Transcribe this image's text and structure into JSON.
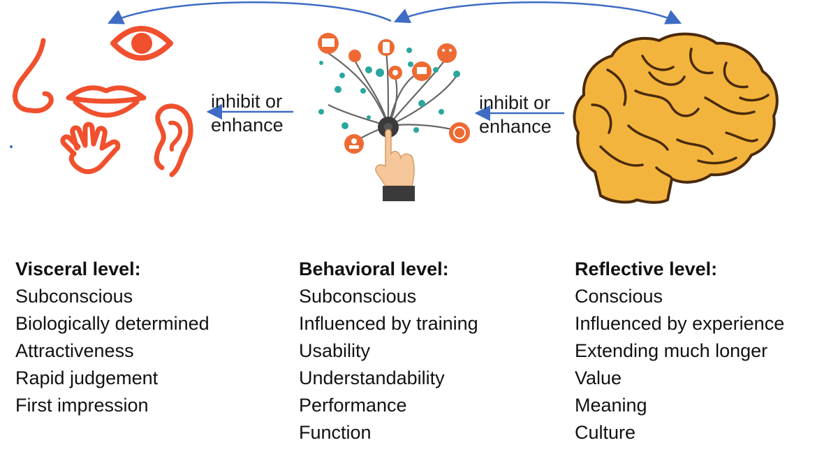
{
  "arrows": {
    "left_label": [
      "inhibit or",
      "enhance"
    ],
    "right_label": [
      "inhibit or",
      "enhance"
    ]
  },
  "icons": {
    "senses": [
      "nose-icon",
      "eye-icon",
      "mouth-icon",
      "ear-icon",
      "hand-icon"
    ],
    "behavior": "network-touch-icon",
    "reflection": "brain-icon"
  },
  "colors": {
    "senses": "#f0502d",
    "brain_fill": "#f2b43c",
    "brain_stroke": "#4a2a0a",
    "arrow": "#3e6cc4",
    "network_teal": "#2aa6a0",
    "network_orange": "#ee6a32",
    "network_dark": "#3a3a3a"
  },
  "levels": [
    {
      "title": "Visceral level:",
      "items": [
        "Subconscious",
        "Biologically determined",
        "Attractiveness",
        "Rapid judgement",
        "First impression"
      ]
    },
    {
      "title": "Behavioral level:",
      "items": [
        "Subconscious",
        "Influenced by training",
        "Usability",
        "Understandability",
        "Performance",
        "Function"
      ]
    },
    {
      "title": "Reflective level:",
      "items": [
        "Conscious",
        "Influenced by experience",
        "Extending much longer",
        "Value",
        "Meaning",
        "Culture"
      ]
    }
  ]
}
